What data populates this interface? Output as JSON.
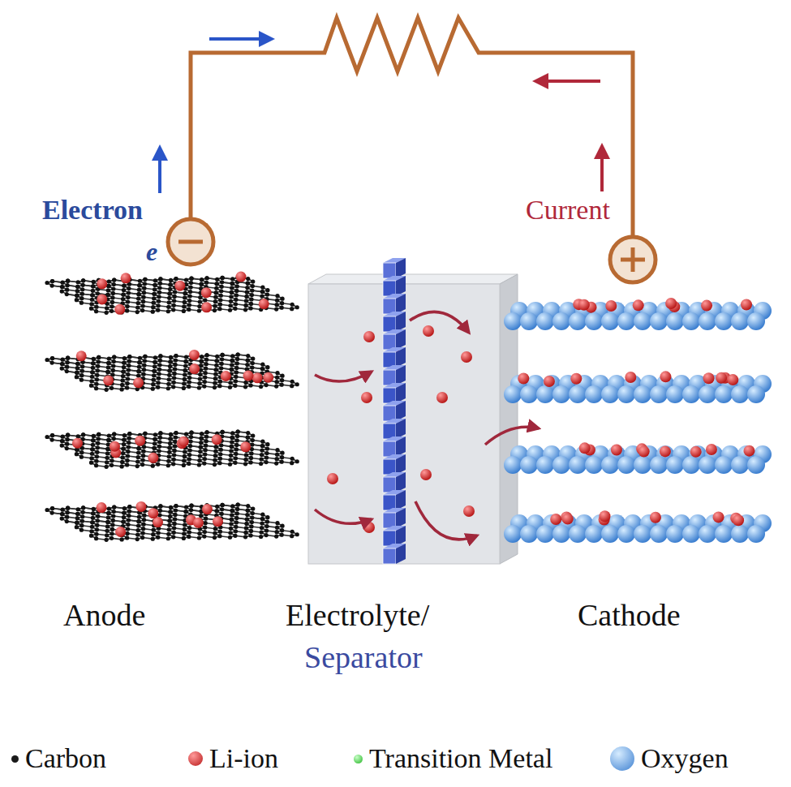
{
  "diagram": {
    "labels": [
      "Electron",
      "e",
      "Current",
      "Anode",
      "Electrolyte/",
      "Separator",
      "Cathode"
    ],
    "legend": [
      {
        "text": "Carbon",
        "color": "#1a1a1a"
      },
      {
        "text": "Li-ion",
        "color": "#d42a2a"
      },
      {
        "text": "Transition Metal",
        "color": "#3fd63f"
      },
      {
        "text": "Oxygen",
        "color": "#4a8fd8"
      }
    ]
  }
}
